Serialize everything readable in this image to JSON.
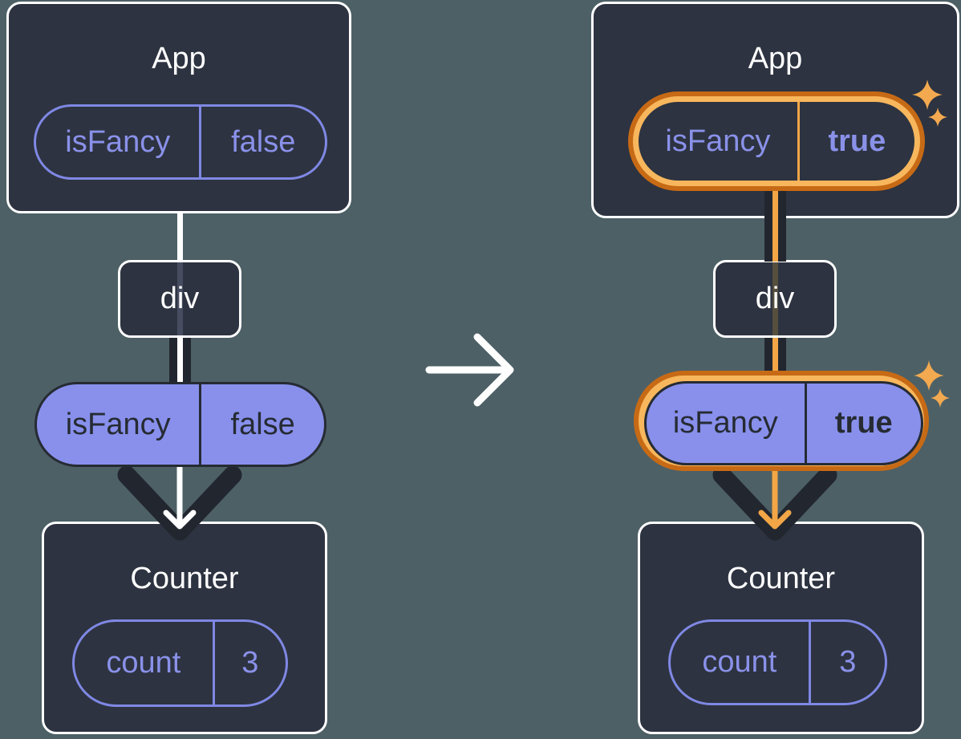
{
  "diagram_title": "React state lift-up diagram (before and after isFancy toggles)",
  "left_tree": {
    "app_title": "App",
    "app_state_name": "isFancy",
    "app_state_value": "false",
    "div_label": "div",
    "prop_name": "isFancy",
    "prop_value": "false",
    "counter_title": "Counter",
    "counter_state_name": "count",
    "counter_state_value": "3"
  },
  "right_tree": {
    "app_title": "App",
    "app_state_name": "isFancy",
    "app_state_value": "true",
    "div_label": "div",
    "prop_name": "isFancy",
    "prop_value": "true",
    "counter_title": "Counter",
    "counter_state_name": "count",
    "counter_state_value": "3"
  },
  "icons": {
    "transition_arrow": "arrow-right-icon",
    "sparkle_big": "sparkle-icon",
    "sparkle_small": "sparkle-icon",
    "flow_arrowhead": "chevron-down-arrow-icon"
  },
  "colors": {
    "background": "#4D6066",
    "card": "#2D3340",
    "card_border": "#FFFFFF",
    "purple_fill": "#8890EC",
    "purple_outline": "#7F88E4",
    "purple_text": "#8A91E9",
    "dark_line": "#22262F",
    "dark_text": "#262B33",
    "highlight_orange_dark": "#C76A15",
    "highlight_orange_light": "#F8B75D",
    "highlight_orange_line": "#F3A646",
    "white": "#FFFFFF"
  }
}
